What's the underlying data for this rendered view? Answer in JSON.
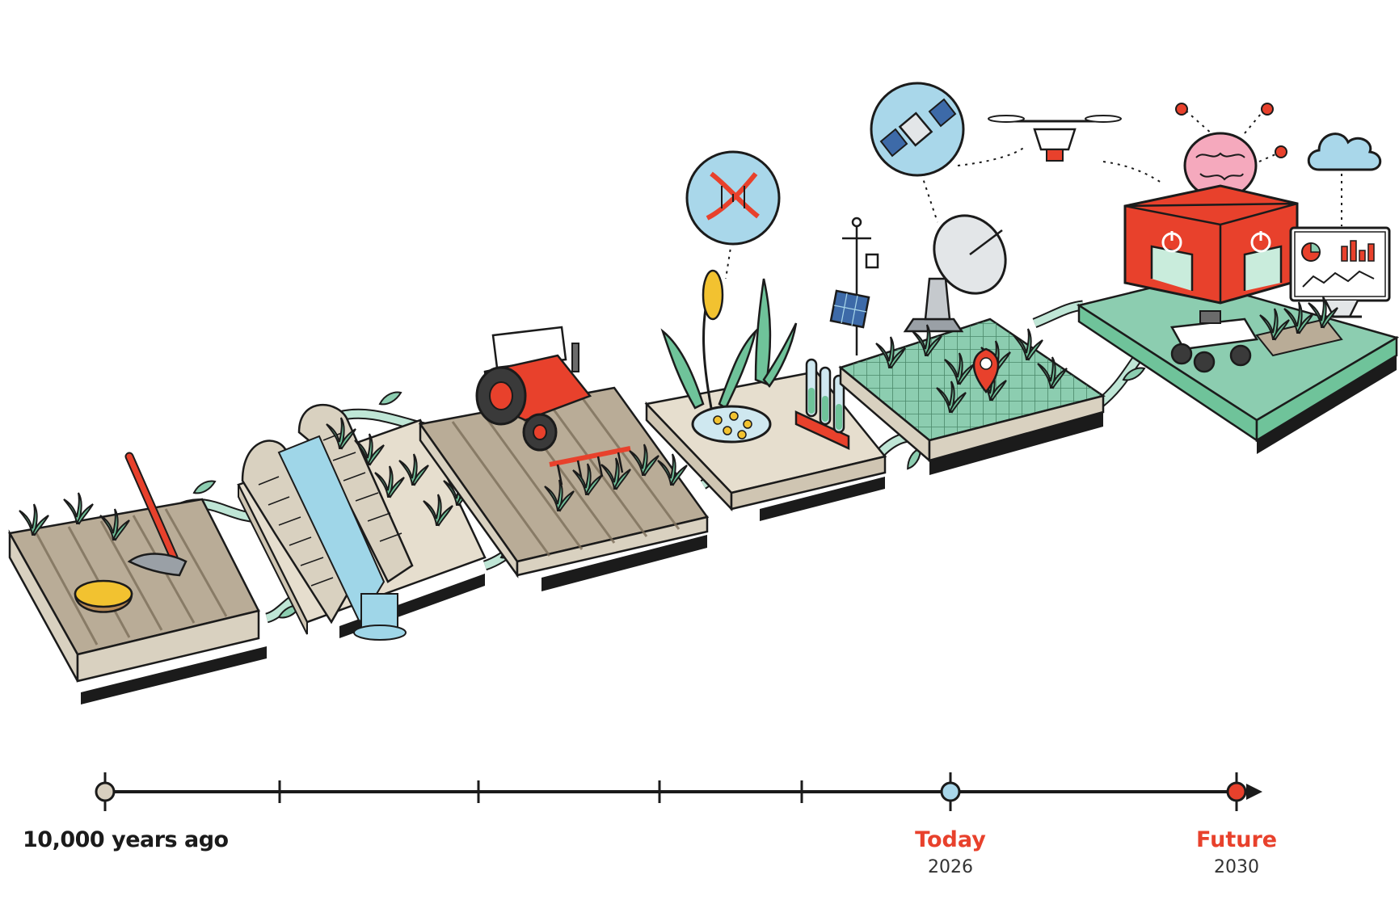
{
  "colors": {
    "accent_red": "#e8412c",
    "today_blue": "#a9d7ea",
    "start_beige": "#d8cfbf",
    "soil": "#b9ac97",
    "wood": "#d9d1c0",
    "green_base": "#8ccdb0",
    "plant": "#6fc39a",
    "water": "#9fd6e8",
    "ink": "#1b1b1b"
  },
  "stages": [
    {
      "id": "hand-tool-farming",
      "icons": [
        "seedling-icon",
        "hoe-icon",
        "seed-bowl-icon"
      ]
    },
    {
      "id": "irrigation-canal",
      "icons": [
        "stone-wall-icon",
        "water-canal-icon",
        "seedling-icon"
      ]
    },
    {
      "id": "mechanized-farming",
      "icons": [
        "tractor-icon",
        "plough-icon",
        "seedling-icon"
      ]
    },
    {
      "id": "genetic-science",
      "icons": [
        "dna-icon",
        "wheat-icon",
        "petri-dish-icon",
        "test-tubes-icon"
      ]
    },
    {
      "id": "precision-agriculture",
      "icons": [
        "weather-station-icon",
        "solar-panel-icon",
        "satellite-dish-icon",
        "satellite-icon",
        "location-pin-icon"
      ]
    },
    {
      "id": "ai-farming",
      "icons": [
        "drone-icon",
        "brain-icon",
        "cloud-icon",
        "monitor-chart-icon",
        "robot-rover-icon",
        "power-icon"
      ]
    }
  ],
  "timeline": {
    "start_label": "10,000 years ago",
    "today_label": "Today",
    "today_year": "2026",
    "future_label": "Future",
    "future_year": "2030"
  }
}
